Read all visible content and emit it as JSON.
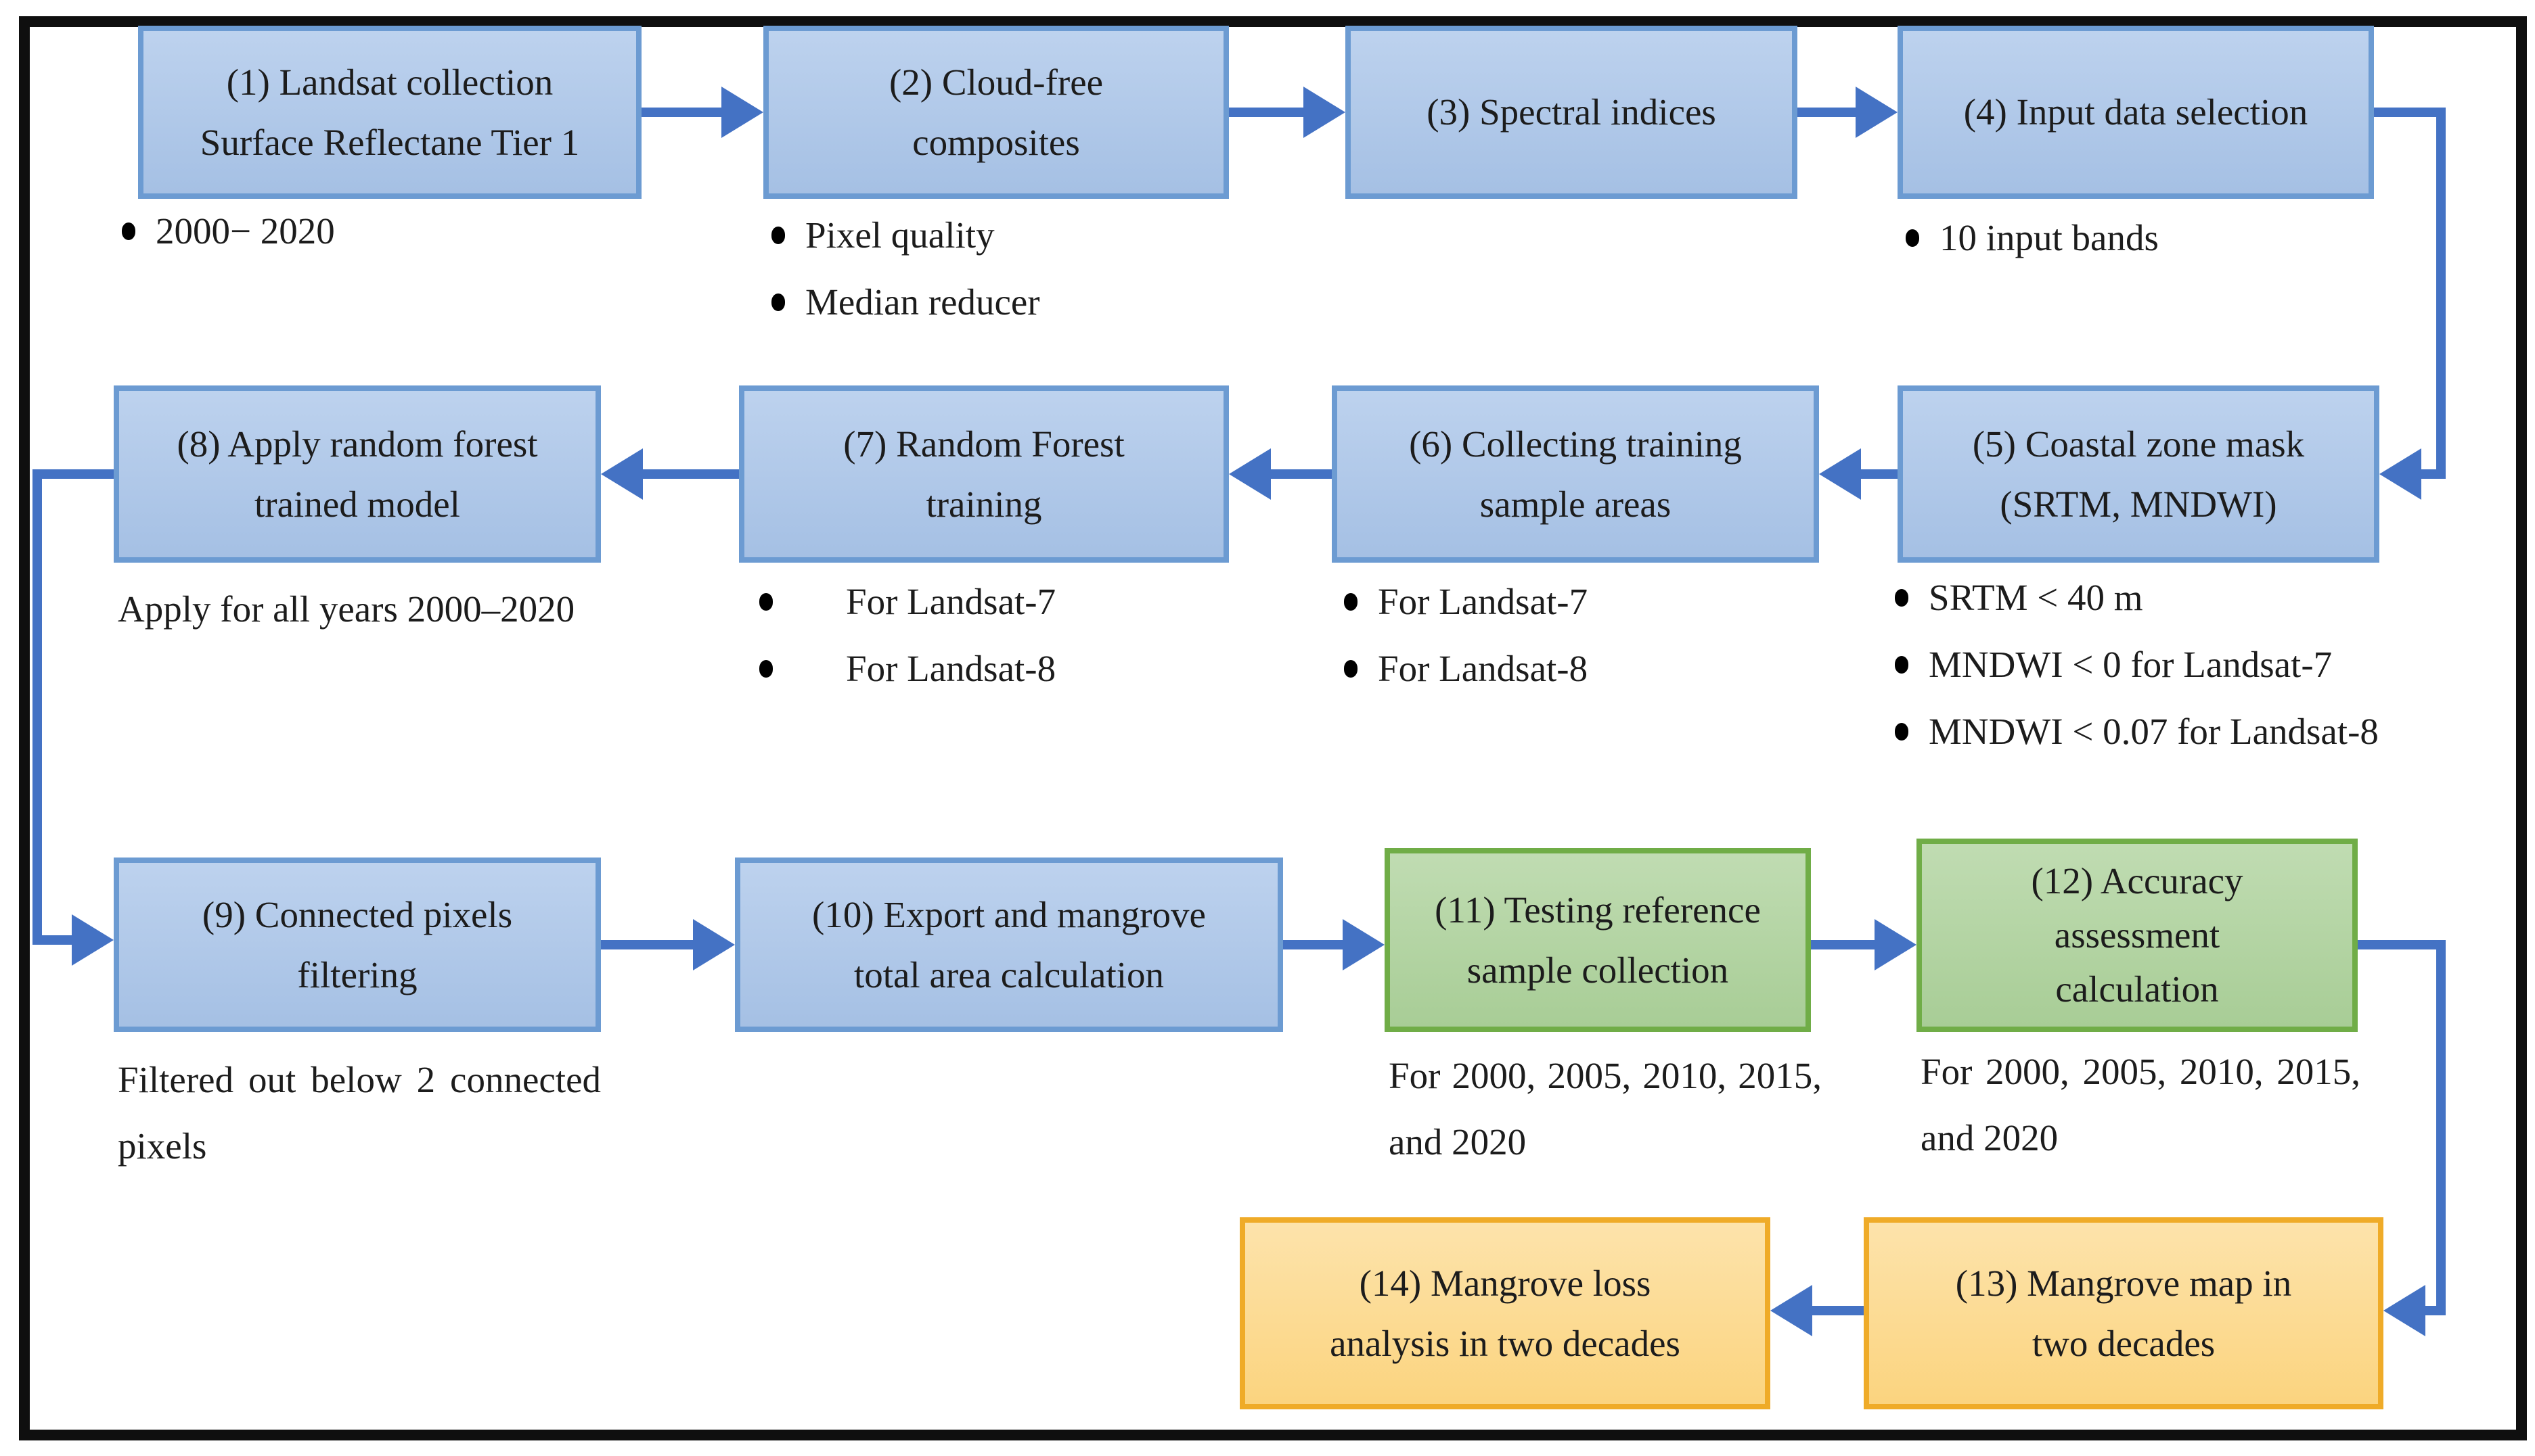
{
  "figure": {
    "description": "Methodology flowchart with 14 numbered steps for mangrove mapping from Landsat data"
  },
  "palette": {
    "arrow": "#4472c4",
    "blue_fill_top": "#bdd2ee",
    "blue_fill_bottom": "#a5c0e4",
    "blue_border": "#6c9bd2",
    "green_fill_top": "#c0dcb2",
    "green_fill_bottom": "#a8cd96",
    "green_border": "#70ad47",
    "orange_fill_top": "#fde3ab",
    "orange_fill_bottom": "#fbd47f",
    "orange_border": "#efab28",
    "frame_border": "#0f0f0f",
    "text": "#1c1c1c"
  },
  "boxes": {
    "b1": {
      "title": "(1) Landsat collection\nSurface Reflectane Tier 1",
      "style": "blue",
      "notes": [
        "2000− 2020"
      ]
    },
    "b2": {
      "title": "(2) Cloud-free\ncomposites",
      "style": "blue",
      "notes": [
        "Pixel quality",
        "Median reducer"
      ]
    },
    "b3": {
      "title": "(3) Spectral indices",
      "style": "blue",
      "notes": []
    },
    "b4": {
      "title": "(4) Input data selection",
      "style": "blue",
      "notes": [
        "10 input bands"
      ]
    },
    "b5": {
      "title": "(5) Coastal zone mask\n(SRTM, MNDWI)",
      "style": "blue",
      "notes": [
        "SRTM < 40 m",
        "MNDWI < 0 for Landsat-7",
        "MNDWI < 0.07 for Landsat-8"
      ]
    },
    "b6": {
      "title": "(6) Collecting training\nsample areas",
      "style": "blue",
      "notes": [
        "For Landsat-7",
        "For Landsat-8"
      ]
    },
    "b7": {
      "title": "(7) Random Forest\ntraining",
      "style": "blue",
      "notes": [
        "For Landsat-7",
        "For Landsat-8"
      ]
    },
    "b8": {
      "title": "(8) Apply random forest\ntrained model",
      "style": "blue",
      "caption": "Apply for all years 2000–2020"
    },
    "b9": {
      "title": "(9) Connected pixels\nfiltering",
      "style": "blue",
      "caption": "Filtered out below 2 connected pixels"
    },
    "b10": {
      "title": "(10) Export and mangrove\ntotal area calculation",
      "style": "blue"
    },
    "b11": {
      "title": "(11) Testing reference\nsample collection",
      "style": "green",
      "caption": "For 2000, 2005, 2010, 2015, and 2020"
    },
    "b12": {
      "title": "(12) Accuracy\nassessment\ncalculation",
      "style": "green",
      "caption": "For 2000, 2005, 2010, 2015, and 2020"
    },
    "b13": {
      "title": "(13) Mangrove map in\ntwo decades",
      "style": "orange"
    },
    "b14": {
      "title": "(14) Mangrove loss\nanalysis in two decades",
      "style": "orange"
    }
  },
  "flow": [
    "1→2",
    "2→3",
    "3→4",
    "4→5",
    "5→6",
    "6→7",
    "7→8",
    "8→9",
    "9→10",
    "10→11",
    "11→12",
    "12→13",
    "13→14"
  ]
}
